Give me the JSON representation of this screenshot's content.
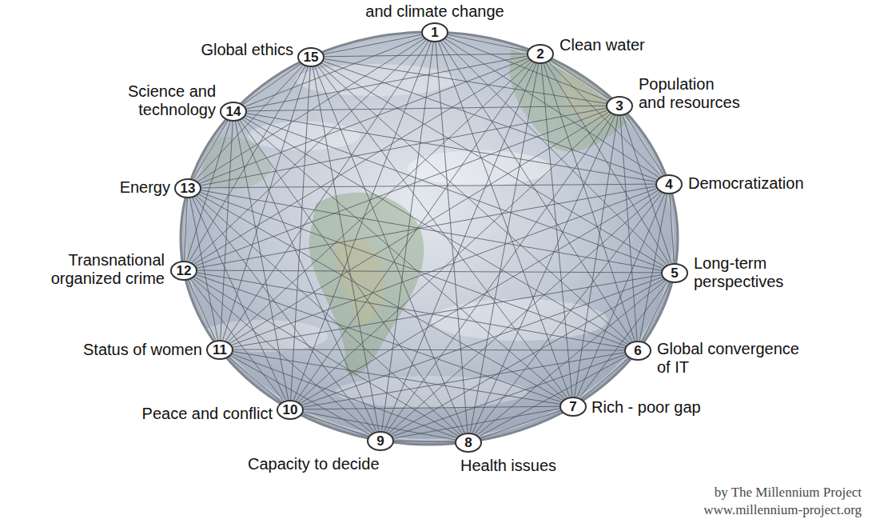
{
  "diagram": {
    "nodes": [
      {
        "text": [
          "1",
          "and climate change"
        ]
      },
      {
        "text": [
          "2",
          "Clean water"
        ]
      },
      {
        "text": [
          "3",
          "Population and resources"
        ]
      },
      {
        "text": [
          "4",
          "Democratization"
        ]
      },
      {
        "text": [
          "5",
          "Long-term perspectives"
        ]
      },
      {
        "text": [
          "6",
          "Global convergence of IT"
        ]
      },
      {
        "text": [
          "7",
          "Rich - poor gap"
        ]
      },
      {
        "text": [
          "8",
          "Health issues"
        ]
      },
      {
        "text": [
          "9",
          "Capacity to decide"
        ]
      },
      {
        "text": [
          "10",
          "Peace and conflict"
        ]
      },
      {
        "text": [
          "11",
          "Status of women"
        ]
      },
      {
        "text": [
          "12",
          "Transnational organized crime"
        ]
      },
      {
        "text": [
          "13",
          "Energy"
        ]
      },
      {
        "text": [
          "14",
          "Science and technology"
        ]
      },
      {
        "text": [
          "15",
          "Global ethics"
        ]
      }
    ],
    "edges": [
      {
        "from": 0,
        "to": 1,
        "arrow": "none"
      },
      {
        "from": 0,
        "to": 2,
        "arrow": "none"
      },
      {
        "from": 0,
        "to": 3,
        "arrow": "none"
      },
      {
        "from": 0,
        "to": 4,
        "arrow": "none"
      },
      {
        "from": 0,
        "to": 5,
        "arrow": "none"
      },
      {
        "from": 0,
        "to": 6,
        "arrow": "none"
      },
      {
        "from": 0,
        "to": 7,
        "arrow": "none"
      },
      {
        "from": 0,
        "to": 8,
        "arrow": "none"
      },
      {
        "from": 0,
        "to": 9,
        "arrow": "none"
      },
      {
        "from": 0,
        "to": 10,
        "arrow": "none"
      },
      {
        "from": 0,
        "to": 11,
        "arrow": "none"
      },
      {
        "from": 0,
        "to": 12,
        "arrow": "none"
      },
      {
        "from": 0,
        "to": 13,
        "arrow": "none"
      },
      {
        "from": 0,
        "to": 14,
        "arrow": "none"
      },
      {
        "from": 1,
        "to": 2,
        "arrow": "none"
      },
      {
        "from": 1,
        "to": 3,
        "arrow": "none"
      },
      {
        "from": 1,
        "to": 4,
        "arrow": "none"
      },
      {
        "from": 1,
        "to": 5,
        "arrow": "none"
      },
      {
        "from": 1,
        "to": 6,
        "arrow": "none"
      },
      {
        "from": 1,
        "to": 7,
        "arrow": "none"
      },
      {
        "from": 1,
        "to": 8,
        "arrow": "none"
      },
      {
        "from": 1,
        "to": 9,
        "arrow": "none"
      },
      {
        "from": 1,
        "to": 10,
        "arrow": "none"
      },
      {
        "from": 1,
        "to": 11,
        "arrow": "none"
      },
      {
        "from": 1,
        "to": 12,
        "arrow": "none"
      },
      {
        "from": 1,
        "to": 13,
        "arrow": "none"
      },
      {
        "from": 1,
        "to": 14,
        "arrow": "none"
      },
      {
        "from": 2,
        "to": 3,
        "arrow": "none"
      },
      {
        "from": 2,
        "to": 4,
        "arrow": "none"
      },
      {
        "from": 2,
        "to": 5,
        "arrow": "none"
      },
      {
        "from": 2,
        "to": 6,
        "arrow": "none"
      },
      {
        "from": 2,
        "to": 7,
        "arrow": "none"
      },
      {
        "from": 2,
        "to": 8,
        "arrow": "none"
      },
      {
        "from": 2,
        "to": 9,
        "arrow": "none"
      },
      {
        "from": 2,
        "to": 10,
        "arrow": "none"
      },
      {
        "from": 2,
        "to": 11,
        "arrow": "none"
      },
      {
        "from": 2,
        "to": 12,
        "arrow": "none"
      },
      {
        "from": 2,
        "to": 13,
        "arrow": "none"
      },
      {
        "from": 2,
        "to": 14,
        "arrow": "none"
      },
      {
        "from": 3,
        "to": 4,
        "arrow": "none"
      },
      {
        "from": 3,
        "to": 5,
        "arrow": "none"
      },
      {
        "from": 3,
        "to": 6,
        "arrow": "none"
      },
      {
        "from": 3,
        "to": 7,
        "arrow": "none"
      },
      {
        "from": 3,
        "to": 8,
        "arrow": "none"
      },
      {
        "from": 3,
        "to": 9,
        "arrow": "none"
      },
      {
        "from": 3,
        "to": 10,
        "arrow": "none"
      },
      {
        "from": 3,
        "to": 11,
        "arrow": "none"
      },
      {
        "from": 3,
        "to": 12,
        "arrow": "none"
      },
      {
        "from": 3,
        "to": 13,
        "arrow": "none"
      },
      {
        "from": 3,
        "to": 14,
        "arrow": "none"
      },
      {
        "from": 4,
        "to": 5,
        "arrow": "none"
      },
      {
        "from": 4,
        "to": 6,
        "arrow": "none"
      },
      {
        "from": 4,
        "to": 7,
        "arrow": "none"
      },
      {
        "from": 4,
        "to": 8,
        "arrow": "none"
      },
      {
        "from": 4,
        "to": 9,
        "arrow": "none"
      },
      {
        "from": 4,
        "to": 10,
        "arrow": "none"
      },
      {
        "from": 4,
        "to": 11,
        "arrow": "none"
      },
      {
        "from": 4,
        "to": 12,
        "arrow": "none"
      },
      {
        "from": 4,
        "to": 13,
        "arrow": "none"
      },
      {
        "from": 4,
        "to": 14,
        "arrow": "none"
      },
      {
        "from": 5,
        "to": 6,
        "arrow": "none"
      },
      {
        "from": 5,
        "to": 7,
        "arrow": "none"
      },
      {
        "from": 5,
        "to": 8,
        "arrow": "none"
      },
      {
        "from": 5,
        "to": 9,
        "arrow": "none"
      },
      {
        "from": 5,
        "to": 10,
        "arrow": "none"
      },
      {
        "from": 5,
        "to": 11,
        "arrow": "none"
      },
      {
        "from": 5,
        "to": 12,
        "arrow": "none"
      },
      {
        "from": 5,
        "to": 13,
        "arrow": "none"
      },
      {
        "from": 5,
        "to": 14,
        "arrow": "none"
      },
      {
        "from": 6,
        "to": 7,
        "arrow": "none"
      },
      {
        "from": 6,
        "to": 8,
        "arrow": "none"
      },
      {
        "from": 6,
        "to": 9,
        "arrow": "none"
      },
      {
        "from": 6,
        "to": 10,
        "arrow": "none"
      },
      {
        "from": 6,
        "to": 11,
        "arrow": "none"
      },
      {
        "from": 6,
        "to": 12,
        "arrow": "none"
      },
      {
        "from": 6,
        "to": 13,
        "arrow": "none"
      },
      {
        "from": 6,
        "to": 14,
        "arrow": "none"
      },
      {
        "from": 7,
        "to": 8,
        "arrow": "none"
      },
      {
        "from": 7,
        "to": 9,
        "arrow": "none"
      },
      {
        "from": 7,
        "to": 10,
        "arrow": "none"
      },
      {
        "from": 7,
        "to": 11,
        "arrow": "none"
      },
      {
        "from": 7,
        "to": 12,
        "arrow": "none"
      },
      {
        "from": 7,
        "to": 13,
        "arrow": "none"
      },
      {
        "from": 7,
        "to": 14,
        "arrow": "none"
      },
      {
        "from": 8,
        "to": 9,
        "arrow": "none"
      },
      {
        "from": 8,
        "to": 10,
        "arrow": "none"
      },
      {
        "from": 8,
        "to": 11,
        "arrow": "none"
      },
      {
        "from": 8,
        "to": 12,
        "arrow": "none"
      },
      {
        "from": 8,
        "to": 13,
        "arrow": "none"
      },
      {
        "from": 8,
        "to": 14,
        "arrow": "none"
      },
      {
        "from": 9,
        "to": 10,
        "arrow": "none"
      },
      {
        "from": 9,
        "to": 11,
        "arrow": "none"
      },
      {
        "from": 9,
        "to": 12,
        "arrow": "none"
      },
      {
        "from": 9,
        "to": 13,
        "arrow": "none"
      },
      {
        "from": 9,
        "to": 14,
        "arrow": "none"
      },
      {
        "from": 10,
        "to": 11,
        "arrow": "none"
      },
      {
        "from": 10,
        "to": 12,
        "arrow": "none"
      },
      {
        "from": 10,
        "to": 13,
        "arrow": "none"
      },
      {
        "from": 10,
        "to": 14,
        "arrow": "none"
      },
      {
        "from": 11,
        "to": 12,
        "arrow": "none"
      },
      {
        "from": 11,
        "to": 13,
        "arrow": "none"
      },
      {
        "from": 11,
        "to": 14,
        "arrow": "none"
      },
      {
        "from": 12,
        "to": 13,
        "arrow": "none"
      },
      {
        "from": 12,
        "to": 14,
        "arrow": "none"
      },
      {
        "from": 13,
        "to": 14,
        "arrow": "none"
      }
    ],
    "labels": [
      "by The Millennium Project",
      "www.millennium-project.org"
    ]
  }
}
